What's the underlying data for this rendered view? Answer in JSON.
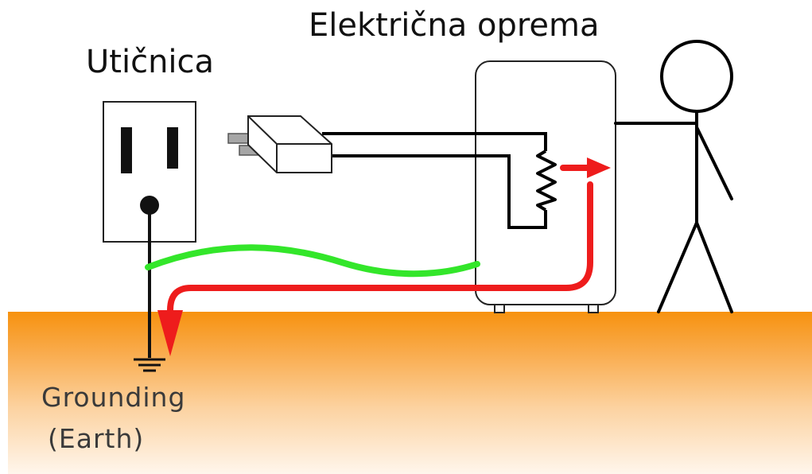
{
  "labels": {
    "socket": "Utičnica",
    "equipment": "Električna oprema",
    "grounding_line1": "Grounding",
    "grounding_line2": "(Earth)"
  },
  "colors": {
    "ground_top": "#f7920f",
    "ground_bottom": "#fff6ec",
    "ground_wire": "#33e62a",
    "fault_current": "#ee1c1c",
    "line": "#000000"
  }
}
